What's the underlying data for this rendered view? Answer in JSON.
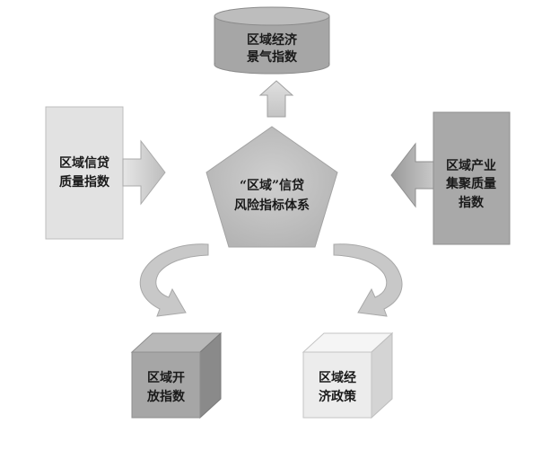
{
  "nodes": {
    "top_cylinder": {
      "line1": "区域经济",
      "line2": "景气指数"
    },
    "left_box": {
      "line1": "区域信贷",
      "line2": "质量指数"
    },
    "center_pentagon": {
      "line1": "“区域”信贷",
      "line2": "风险指标体系"
    },
    "right_box": {
      "line1": "区域产业",
      "line2": "集聚质量",
      "line3": "指数"
    },
    "bottom_left_cube": {
      "line1": "区域开",
      "line2": "放指数"
    },
    "bottom_right_cube": {
      "line1": "区域经",
      "line2": "济政策"
    }
  },
  "colors": {
    "cylinder": "#a6a6a6",
    "left_box": "#e2e2e2",
    "right_box": "#a9a9a9",
    "pentagon": "#bfbfbf",
    "cube_dark": "#a6a6a6",
    "cube_light": "#ececec",
    "arrow": "#c8c8c8"
  }
}
